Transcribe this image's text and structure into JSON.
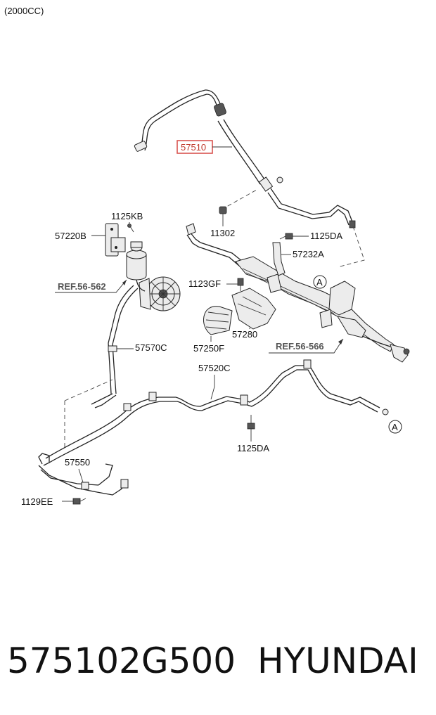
{
  "engine_variant": "(2000CC)",
  "highlight_color": "#d9534f",
  "labels": {
    "l57510": "57510",
    "l1125KB": "1125KB",
    "l57220B": "57220B",
    "l11302": "11302",
    "l1125DA_top": "1125DA",
    "l57232A": "57232A",
    "lREF562": "REF.56-562",
    "l1123GF": "1123GF",
    "lA_top": "A",
    "l57280": "57280",
    "l57250F": "57250F",
    "l57570C": "57570C",
    "lREF566": "REF.56-566",
    "l57520C": "57520C",
    "lA_bottom": "A",
    "l1125DA_bottom": "1125DA",
    "l57550": "57550",
    "l1129EE": "1129EE"
  },
  "caption": {
    "part_number": "575102G500",
    "brand": "HYUNDAI"
  }
}
